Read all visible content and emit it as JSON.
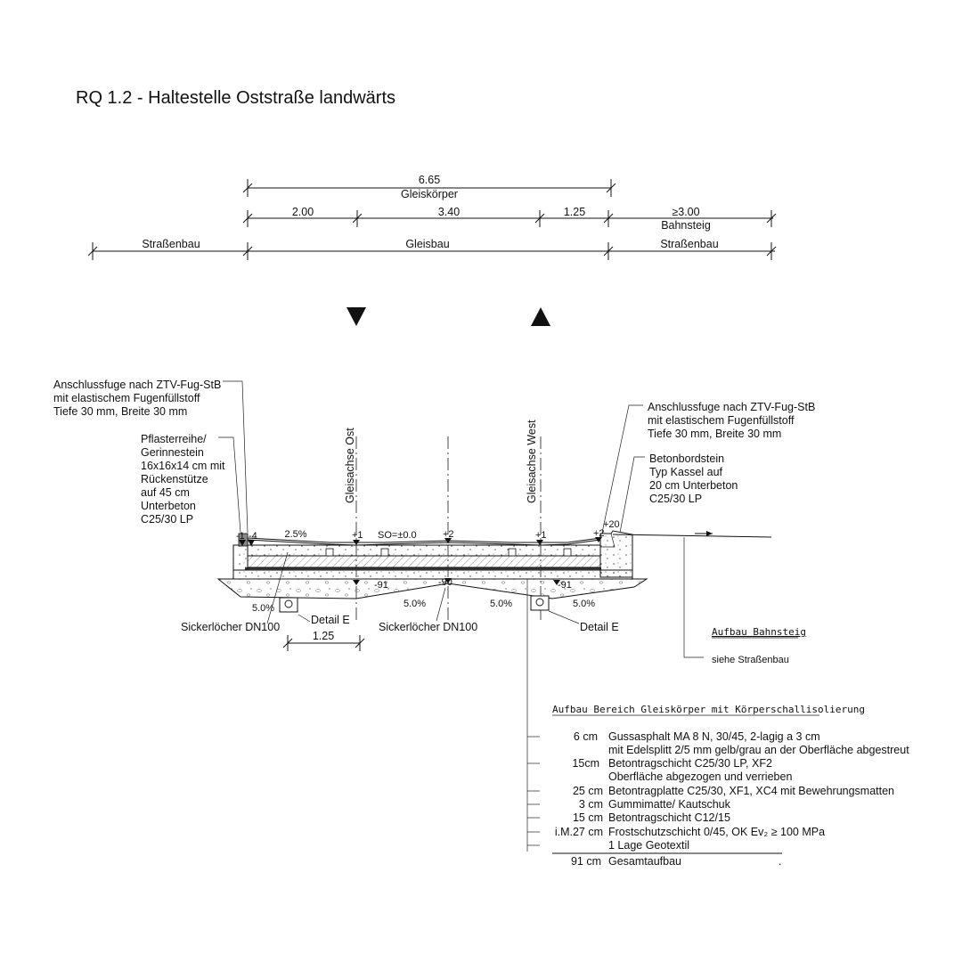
{
  "title": "RQ 1.2 - Haltestelle Oststraße landwärts",
  "dimensions": {
    "total": "6.65",
    "total_label": "Gleiskörper",
    "seg1": "2.00",
    "seg2": "3.40",
    "seg3": "1.25",
    "seg4": "≥3.00",
    "seg4_label": "Bahnsteig",
    "zone_left": "Straßenbau",
    "zone_mid": "Gleisbau",
    "zone_right": "Straßenbau",
    "bottom": "1.25"
  },
  "axes": {
    "ost": "Gleisachse Ost",
    "west": "Gleisachse West"
  },
  "annotations": {
    "left_joint": [
      "Anschlussfuge nach ZTV-Fug-StB",
      "mit elastischem Fugenfüllstoff",
      "Tiefe 30 mm, Breite 30 mm"
    ],
    "paving": [
      "Pflasterreihe/",
      "Gerinnestein",
      "16x16x14 cm mit",
      "Rückenstütze",
      "auf 45 cm",
      "Unterbeton",
      "C25/30 LP"
    ],
    "right_joint": [
      "Anschlussfuge nach ZTV-Fug-StB",
      "mit elastischem Fugenfüllstoff",
      "Tiefe 30 mm, Breite 30 mm"
    ],
    "curb": [
      "Betonbordstein",
      "Typ Kassel auf",
      "20 cm Unterbeton",
      "C25/30 LP"
    ]
  },
  "levels": {
    "l_neg1": "-1",
    "l_neg4": "-4",
    "slope_top": "2.5%",
    "l_p1a": "+1",
    "l_so": "SO=±0.0",
    "l_p2": "+2",
    "l_p1b": "+1",
    "l_p2b": "+2",
    "l_p20": "+20",
    "l_m91a": "-91",
    "l_m90": "-90",
    "l_m91b": "-91"
  },
  "slopes": [
    "5.0%",
    "5.0%",
    "5.0%",
    "5.0%"
  ],
  "labels": {
    "sicker1": "Sickerlöcher DN100",
    "detail1": "Detail E",
    "sicker2": "Sickerlöcher DN100",
    "detail2": "Detail E"
  },
  "platform": {
    "heading": "Aufbau Bahnsteig",
    "ref": "siehe Straßenbau"
  },
  "layers": {
    "heading": "Aufbau Bereich Gleiskörper mit Körperschallisolierung",
    "rows": [
      {
        "thickness": "6 cm",
        "desc": "Gussasphalt MA 8 N, 30/45, 2-lagig a 3 cm"
      },
      {
        "thickness": "",
        "desc": "mit Edelsplitt 2/5 mm gelb/grau an der Oberfläche abgestreut"
      },
      {
        "thickness": "15cm",
        "desc": "Betontragschicht C25/30 LP, XF2"
      },
      {
        "thickness": "",
        "desc": "Oberfläche abgezogen und verrieben"
      },
      {
        "thickness": "25 cm",
        "desc": "Betontragplatte C25/30, XF1, XC4 mit Bewehrungsmatten"
      },
      {
        "thickness": "3 cm",
        "desc": "Gummimatte/ Kautschuk"
      },
      {
        "thickness": "15 cm",
        "desc": "Betontragschicht C12/15"
      },
      {
        "thickness": "i.M.27 cm",
        "desc": "Frostschutzschicht 0/45, OK Ev₂ ≥ 100 MPa"
      },
      {
        "thickness": "",
        "desc": "1 Lage Geotextil"
      }
    ],
    "total_thickness": "91 cm",
    "total_label": "Gesamtaufbau"
  }
}
